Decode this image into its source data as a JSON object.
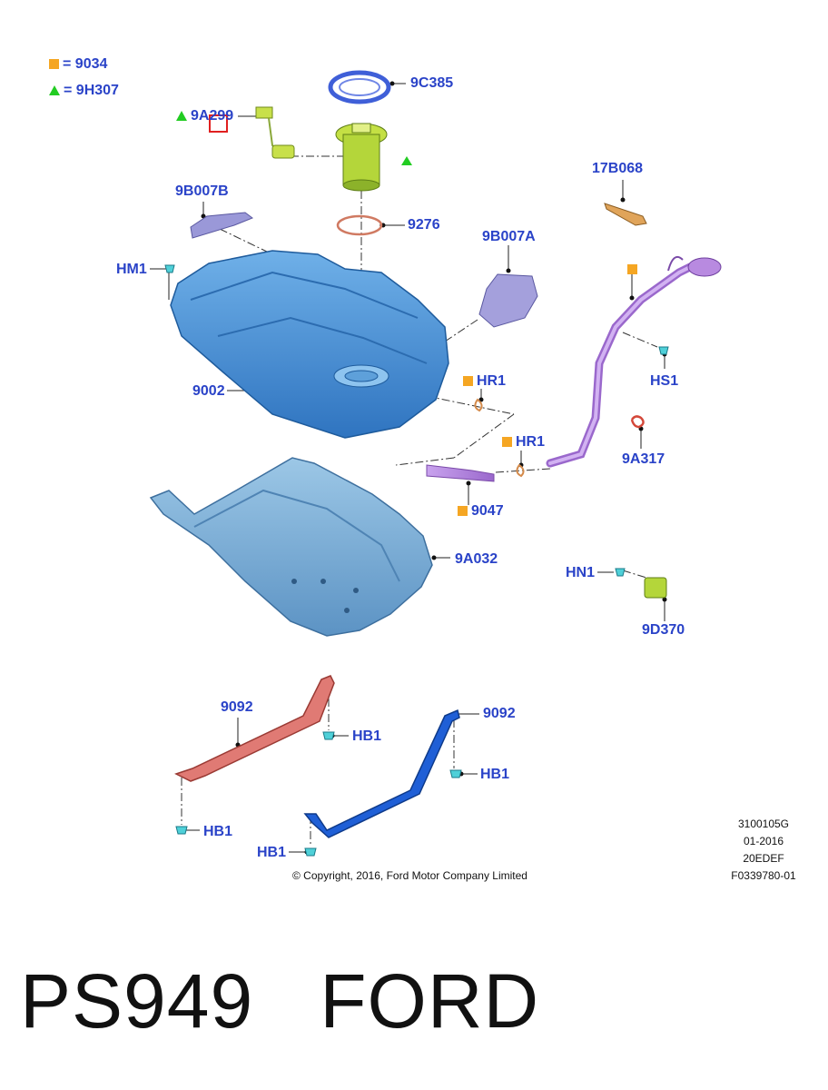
{
  "legend": {
    "square_label": "= 9034",
    "triangle_label": "= 9H307"
  },
  "labels": {
    "l_9c385": "9C385",
    "l_9a299": "9A299",
    "l_9276": "9276",
    "l_17b068": "17B068",
    "l_9b007b": "9B007B",
    "l_9b007a": "9B007A",
    "l_hm1": "HM1",
    "l_hr1_a": "HR1",
    "l_hs1": "HS1",
    "l_9002": "9002",
    "l_hr1_b": "HR1",
    "l_9a317": "9A317",
    "l_9047": "9047",
    "l_9a032": "9A032",
    "l_hn1": "HN1",
    "l_9d370": "9D370",
    "l_9092_a": "9092",
    "l_9092_b": "9092",
    "l_hb1_a": "HB1",
    "l_hb1_b": "HB1",
    "l_hb1_c": "HB1",
    "l_hb1_d": "HB1"
  },
  "meta": {
    "line1": "3100105G",
    "line2": "01-2016",
    "line3": "20EDEF",
    "line4": "F0339780-01"
  },
  "copyright": "© Copyright, 2016, Ford Motor Company Limited",
  "caption": "PS949   FORD",
  "colors": {
    "label_blue": "#2a43c8",
    "tank_blue": "#4f97d6",
    "shield_blue": "#7fb0d8",
    "filler_purple": "#b88ae0",
    "strap_red": "#e07a74",
    "strap_blue": "#1f5fd6",
    "pump_green": "#b4d63a",
    "legend_orange": "#f5a623",
    "legend_green": "#22cc22"
  }
}
